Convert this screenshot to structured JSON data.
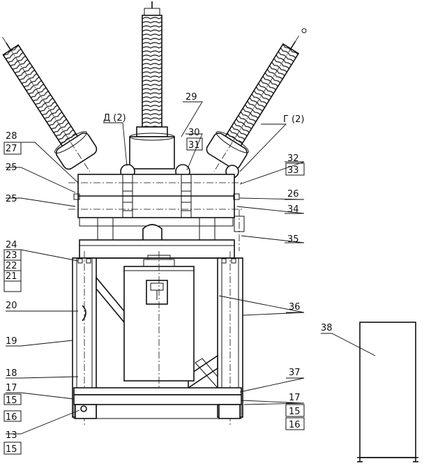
{
  "labels": {
    "l29": "29",
    "l30": "30",
    "l31": "31",
    "lD": "Д (2)",
    "lG": "Г (2)",
    "l28": "28",
    "l27": "27",
    "l25a": "25",
    "l25b": "25",
    "l32": "32",
    "l33": "33",
    "l26": "26",
    "l34": "34",
    "l35": "35",
    "l24": "24",
    "l23": "23",
    "l22": "22",
    "l21": "21",
    "l20": "20",
    "l19": "19",
    "l18": "18",
    "l17a": "17",
    "l15a": "15",
    "l16a": "16",
    "l13": "13",
    "l15b": "15",
    "l36": "36",
    "l37": "37",
    "l17b": "17",
    "l15c": "15",
    "l16b": "16",
    "l38": "38"
  }
}
